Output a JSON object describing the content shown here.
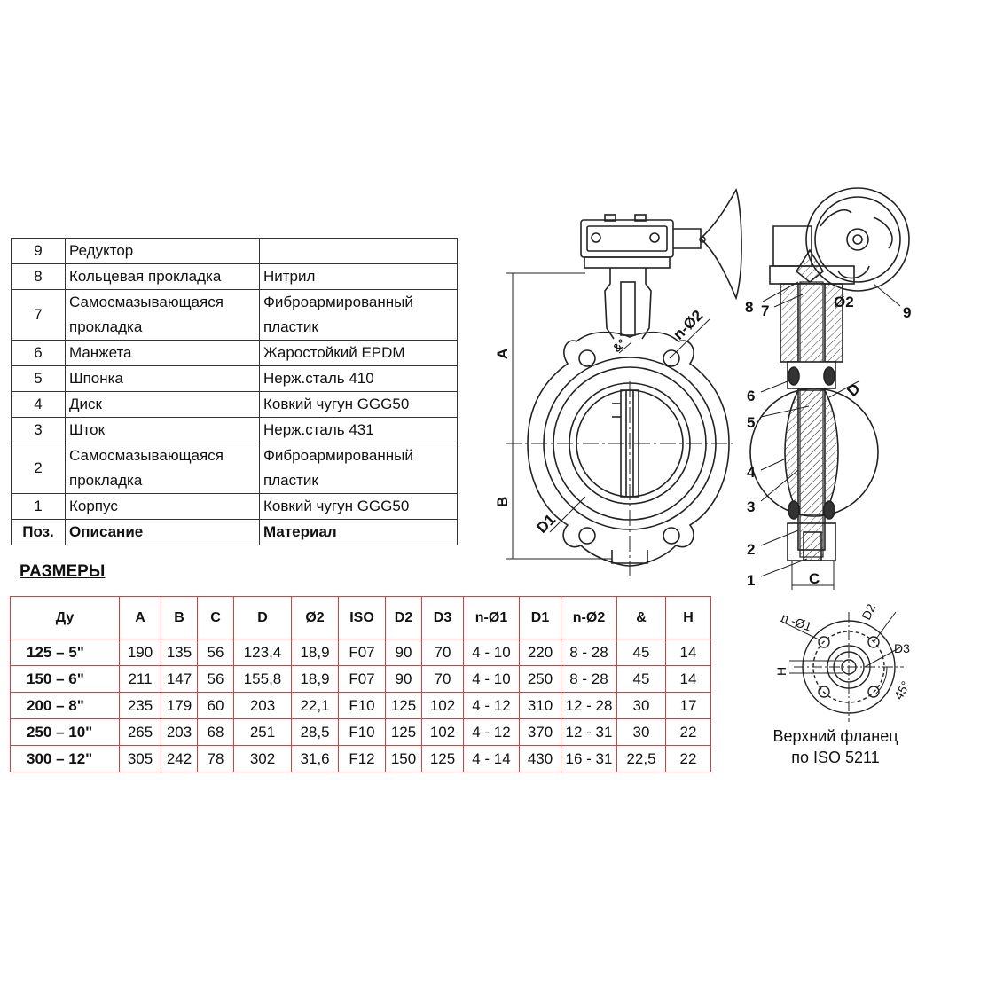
{
  "parts": {
    "rows": [
      {
        "num": "9",
        "desc": "Редуктор",
        "mat": ""
      },
      {
        "num": "8",
        "desc": "Кольцевая прокладка",
        "mat": "Нитрил"
      },
      {
        "num": "7",
        "desc": "Самосмазывающаяся прокладка",
        "mat": "Фиброармированный пластик"
      },
      {
        "num": "6",
        "desc": "Манжета",
        "mat": "Жаростойкий EPDM"
      },
      {
        "num": "5",
        "desc": "Шпонка",
        "mat": "Нерж.сталь 410"
      },
      {
        "num": "4",
        "desc": "Диск",
        "mat": "Ковкий чугун GGG50"
      },
      {
        "num": "3",
        "desc": "Шток",
        "mat": "Нерж.сталь 431"
      },
      {
        "num": "2",
        "desc": "Самосмазывающаяся прокладка",
        "mat": "Фиброармированный пластик"
      },
      {
        "num": "1",
        "desc": "Корпус",
        "mat": "Ковкий чугун GGG50"
      }
    ],
    "header": {
      "num": "Поз.",
      "desc": "Описание",
      "mat": "Материал"
    }
  },
  "dimensions": {
    "title": "РАЗМЕРЫ",
    "columns": [
      "Ду",
      "A",
      "B",
      "C",
      "D",
      "Ø2",
      "ISO",
      "D2",
      "D3",
      "n-Ø1",
      "D1",
      "n-Ø2",
      "&",
      "H"
    ],
    "rows": [
      [
        "125 –   5\"",
        "190",
        "135",
        "56",
        "123,4",
        "18,9",
        "F07",
        "90",
        "70",
        "4 - 10",
        "220",
        "8 - 28",
        "45",
        "14"
      ],
      [
        "150 –   6\"",
        "211",
        "147",
        "56",
        "155,8",
        "18,9",
        "F07",
        "90",
        "70",
        "4 - 10",
        "250",
        "8 - 28",
        "45",
        "14"
      ],
      [
        "200 –   8\"",
        "235",
        "179",
        "60",
        "203",
        "22,1",
        "F10",
        "125",
        "102",
        "4 - 12",
        "310",
        "12 - 28",
        "30",
        "17"
      ],
      [
        "250 –   10\"",
        "265",
        "203",
        "68",
        "251",
        "28,5",
        "F10",
        "125",
        "102",
        "4 - 12",
        "370",
        "12 - 31",
        "30",
        "22"
      ],
      [
        "300 –   12\"",
        "305",
        "242",
        "78",
        "302",
        "31,6",
        "F12",
        "150",
        "125",
        "4 - 14",
        "430",
        "16 - 31",
        "22,5",
        "22"
      ]
    ]
  },
  "drawing": {
    "labels": {
      "a": "A",
      "b": "B",
      "c": "C",
      "d": "D",
      "d1": "D1",
      "n_o2": "n-Ø2",
      "amp": "&°",
      "o2": "Ø2",
      "n_o1": "n -Ø1",
      "d2": "D2",
      "d3": "D3",
      "h": "H",
      "deg45": "45°"
    },
    "callouts": [
      "1",
      "2",
      "3",
      "4",
      "5",
      "6",
      "7",
      "8",
      "9"
    ]
  },
  "flange_caption": {
    "line1": "Верхний фланец",
    "line2": "по ISO 5211"
  }
}
